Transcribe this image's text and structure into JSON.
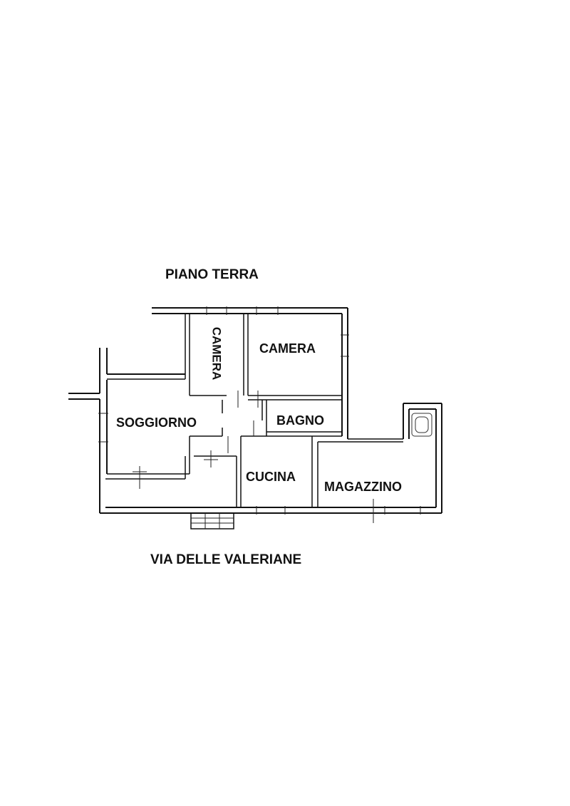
{
  "plan": {
    "floor_title": "PIANO TERRA",
    "street_label": "VIA DELLE VALERIANE",
    "rooms": {
      "camera_small": "CAMERA",
      "camera_large": "CAMERA",
      "soggiorno": "SOGGIORNO",
      "bagno": "BAGNO",
      "cucina": "CUCINA",
      "magazzino": "MAGAZZINO"
    }
  }
}
